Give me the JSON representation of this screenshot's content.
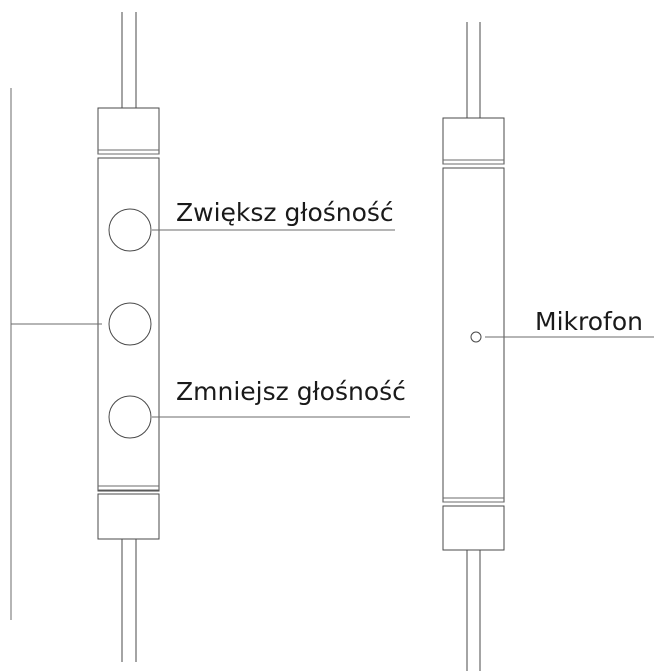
{
  "labels": {
    "volume_up": "Zwiększ głośność",
    "volume_down": "Zmniejsz głośność",
    "microphone": "Mikrofon"
  }
}
